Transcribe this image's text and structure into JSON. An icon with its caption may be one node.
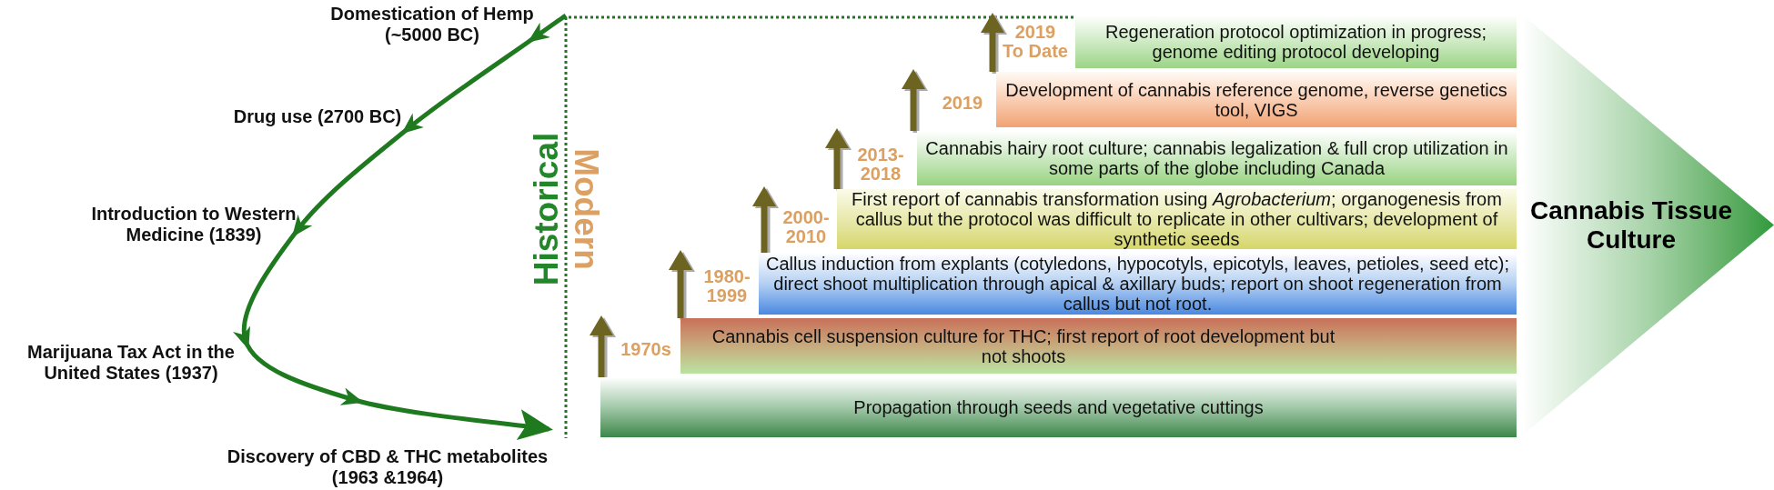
{
  "diagram": {
    "nodes": [
      {
        "text": [
          "Domestication of Hemp (~5000 BC)"
        ]
      },
      {
        "text": [
          "Drug use (2700 BC)"
        ]
      },
      {
        "text": [
          "Introduction to Western Medicine (1839)"
        ]
      },
      {
        "text": [
          "Marijuana Tax Act in the United States (1937)"
        ]
      },
      {
        "text": [
          "Discovery of CBD & THC metabolites (1963 &1964)"
        ]
      },
      {
        "text": [
          "Propagation through seeds and vegetative cuttings"
        ]
      },
      {
        "text": [
          "Cannabis cell suspension culture for THC; first report of root development but not shoots"
        ],
        "beside": [
          "1970s"
        ]
      },
      {
        "text": [
          "Callus induction from explants (cotyledons, hypocotyls, epicotyls, leaves, petioles, seed etc); direct shoot multiplication through apical & axillary buds; report on shoot regeneration from callus but not root."
        ],
        "beside": [
          "1980- 1999"
        ]
      },
      {
        "text": [
          "First report of cannabis transformation using *Agrobacterium*; organogenesis from callus but the protocol was difficult to replicate in other cultivars; development of synthetic seeds"
        ],
        "beside": [
          "2000- 2010"
        ]
      },
      {
        "text": [
          "Cannabis hairy root culture; cannabis legalization & full crop utilization in some parts of the globe including Canada"
        ],
        "beside": [
          "2013- 2018"
        ]
      },
      {
        "text": [
          "Development of cannabis reference genome, reverse genetics tool, VIGS"
        ],
        "beside": [
          "2019"
        ]
      },
      {
        "text": [
          "Regeneration protocol optimization in progress; genome editing protocol developing"
        ],
        "beside": [
          "2019 To Date"
        ]
      },
      {
        "text": [
          "Cannabis Tissue Culture"
        ]
      }
    ],
    "edges": [
      {
        "from": 0,
        "to": 1,
        "arrow": "to",
        "color": "#1f7a1f"
      },
      {
        "from": 1,
        "to": 2,
        "arrow": "to",
        "color": "#1f7a1f"
      },
      {
        "from": 2,
        "to": 3,
        "arrow": "to",
        "color": "#1f7a1f"
      },
      {
        "from": 3,
        "to": 4,
        "arrow": "to",
        "color": "#1f7a1f"
      },
      {
        "from": 5,
        "to": 6,
        "arrow": "to"
      },
      {
        "from": 6,
        "to": 7,
        "arrow": "to"
      },
      {
        "from": 7,
        "to": 8,
        "arrow": "to"
      },
      {
        "from": 8,
        "to": 9,
        "arrow": "to"
      },
      {
        "from": 9,
        "to": 10,
        "arrow": "to"
      },
      {
        "from": 10,
        "to": 11,
        "arrow": "to"
      }
    ],
    "labels": [
      "Historical",
      "Modern"
    ]
  }
}
